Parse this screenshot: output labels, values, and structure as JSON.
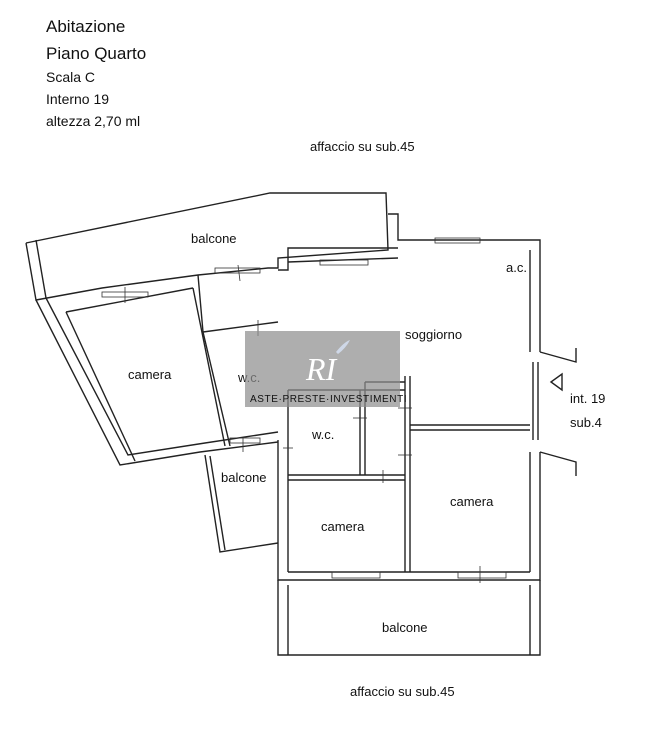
{
  "header": {
    "line1": "Abitazione",
    "line2": "Piano Quarto",
    "line3": "Scala C",
    "line4": "Interno 19",
    "line5": "altezza 2,70 ml"
  },
  "plan": {
    "top_note": "affaccio su sub.45",
    "bottom_note": "affaccio su sub.45",
    "entrance_int": "int. 19",
    "entrance_sub": "sub.4",
    "rooms": {
      "balcone_top": "balcone",
      "camera_left": "camera",
      "wc_left": "w.c.",
      "balcone_small": "balcone",
      "soggiorno": "soggiorno",
      "ac": "a.c.",
      "wc_center": "w.c.",
      "camera_center": "camera",
      "camera_right": "camera",
      "balcone_bottom": "balcone"
    }
  },
  "watermark": {
    "logo": "RI",
    "text": "ASTE·PRESTE·INVESTIMENTI"
  }
}
